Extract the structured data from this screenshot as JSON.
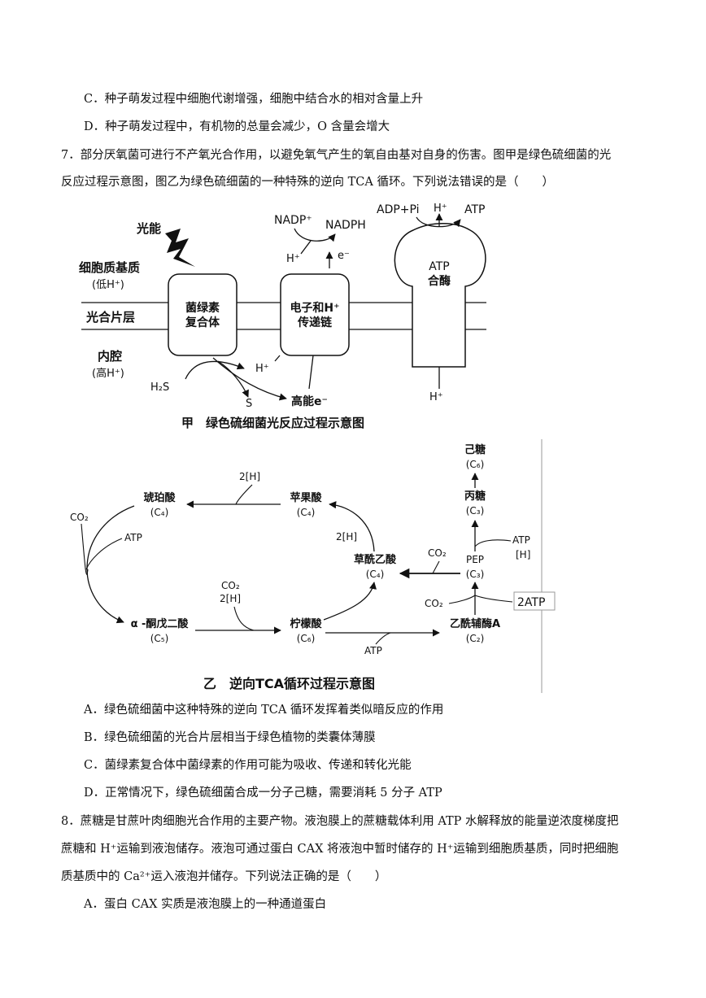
{
  "q6": {
    "optC": "C．种子萌发过程中细胞代谢增强，细胞中结合水的相对含量上升",
    "optD": "D．种子萌发过程中，有机物的总量会减少，O 含量会增大"
  },
  "q7": {
    "stem_line1": "7．部分厌氧菌可进行不产氧光合作用，以避免氧气产生的氧自由基对自身的伤害。图甲是绿色硫细菌的光",
    "stem_line2": "反应过程示意图，图乙为绿色硫细菌的一种特殊的逆向 TCA 循环。下列说法错误的是（　　）",
    "fig1": {
      "light": "光能",
      "cytoplasm": "细胞质基质",
      "cytoplasm_sub": "(低H⁺)",
      "membrane": "光合片层",
      "lumen": "内腔",
      "lumen_sub": "(高H⁺)",
      "complex_line1": "菌绿素",
      "complex_line2": "复合体",
      "chain_line1": "电子和H⁺",
      "chain_line2": "传递链",
      "atp_synthase_line1": "ATP",
      "atp_synthase_line2": "合酶",
      "nadp": "NADP⁺",
      "nadph": "NADPH",
      "h_plus": "H⁺",
      "e_minus": "e⁻",
      "adp_pi": "ADP+Pi",
      "atp": "ATP",
      "h2s": "H₂S",
      "s": "S",
      "high_e": "高能e⁻",
      "caption": "甲　绿色硫细菌光反应过程示意图"
    },
    "fig2": {
      "succinate": "琥珀酸",
      "succinate_c": "(C₄)",
      "malate": "苹果酸",
      "malate_c": "(C₄)",
      "oxaloacetate": "草酰乙酸",
      "oxaloacetate_c": "(C₄)",
      "akg": "α -酮戊二酸",
      "akg_c": "(C₅)",
      "citrate": "柠檬酸",
      "citrate_c": "(C₆)",
      "acetylcoa": "乙酰辅酶A",
      "acetylcoa_c": "(C₂)",
      "pep": "PEP",
      "pep_c": "(C₃)",
      "triose": "丙糖",
      "triose_c": "(C₃)",
      "hexose": "己糖",
      "hexose_c": "(C₆)",
      "co2": "CO₂",
      "atp": "ATP",
      "two_h": "2[H]",
      "h": "[H]",
      "two_atp": "2ATP",
      "caption": "乙　逆向TCA循环过程示意图"
    },
    "optA": "A．绿色硫细菌中这种特殊的逆向 TCA 循环发挥着类似暗反应的作用",
    "optB": "B．绿色硫细菌的光合片层相当于绿色植物的类囊体薄膜",
    "optC": "C．菌绿素复合体中菌绿素的作用可能为吸收、传递和转化光能",
    "optD": "D．正常情况下，绿色硫细菌合成一分子己糖，需要消耗 5 分子 ATP"
  },
  "q8": {
    "stem_line1": "8．蔗糖是甘蔗叶肉细胞光合作用的主要产物。液泡膜上的蔗糖载体利用 ATP 水解释放的能量逆浓度梯度把",
    "stem_line2": "蔗糖和 H⁺运输到液泡储存。液泡可通过蛋白 CAX 将液泡中暂时储存的 H⁺运输到细胞质基质，同时把细胞",
    "stem_line3": "质基质中的 Ca²⁺运入液泡并储存。下列说法正确的是（　　）",
    "optA": "A．蛋白 CAX 实质是液泡膜上的一种通道蛋白"
  }
}
